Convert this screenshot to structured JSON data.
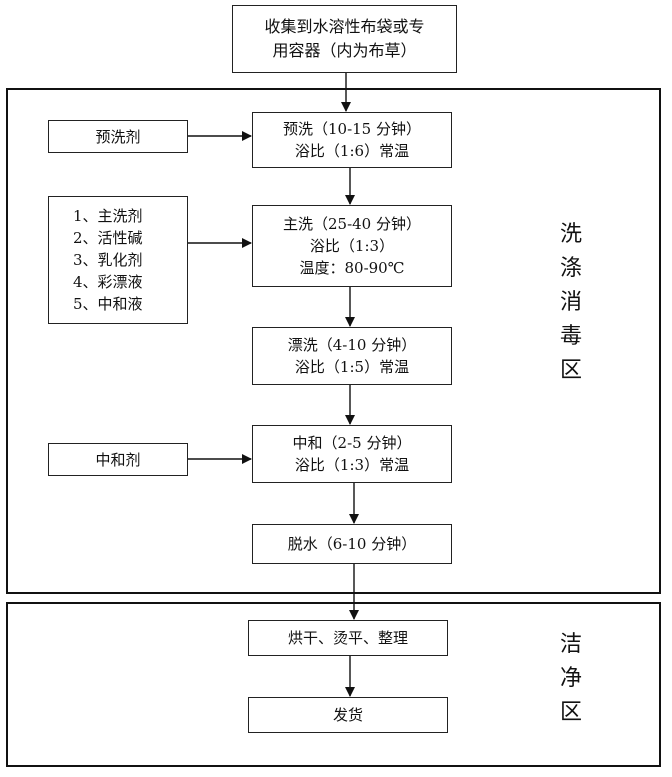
{
  "start": {
    "lines": [
      "收集到水溶性布袋或专",
      "用容器（内为布草）"
    ]
  },
  "wash_zone": {
    "label_chars": [
      "洗",
      "涤",
      "消",
      "毒",
      "区"
    ]
  },
  "clean_zone": {
    "label_chars": [
      "洁",
      "净",
      "区"
    ]
  },
  "inputs": {
    "prewash_agent": "预洗剂",
    "main_list": [
      "1、主洗剂",
      "2、活性碱",
      "3、乳化剂",
      "4、彩漂液",
      "5、中和液"
    ],
    "neutralizer": "中和剂"
  },
  "steps": [
    {
      "lines": [
        "预洗（10-15 分钟）",
        "浴比（1:6）常温"
      ]
    },
    {
      "lines": [
        "主洗（25-40 分钟）",
        "浴比（1:3）",
        "温度：80-90℃"
      ]
    },
    {
      "lines": [
        "漂洗（4-10 分钟）",
        "浴比（1:5）常温"
      ]
    },
    {
      "lines": [
        "中和（2-5 分钟）",
        "浴比（1:3）常温"
      ]
    },
    {
      "lines": [
        "脱水（6-10 分钟）"
      ]
    },
    {
      "lines": [
        "烘干、烫平、整理"
      ]
    },
    {
      "lines": [
        "发货"
      ]
    }
  ]
}
